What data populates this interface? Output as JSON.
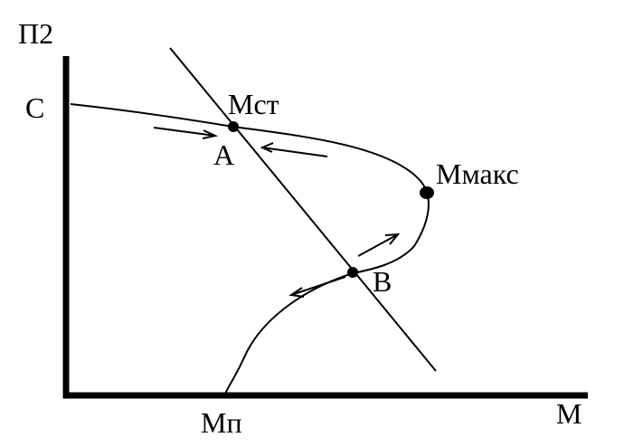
{
  "labels": {
    "y_axis": "П2",
    "x_axis": "М",
    "start_level": "С",
    "start_moment": "Мп",
    "point_a": "А",
    "point_a_moment": "Мст",
    "point_b": "В",
    "max_moment": "Ммакс"
  },
  "colors": {
    "ink": "#000000",
    "background": "#ffffff"
  }
}
